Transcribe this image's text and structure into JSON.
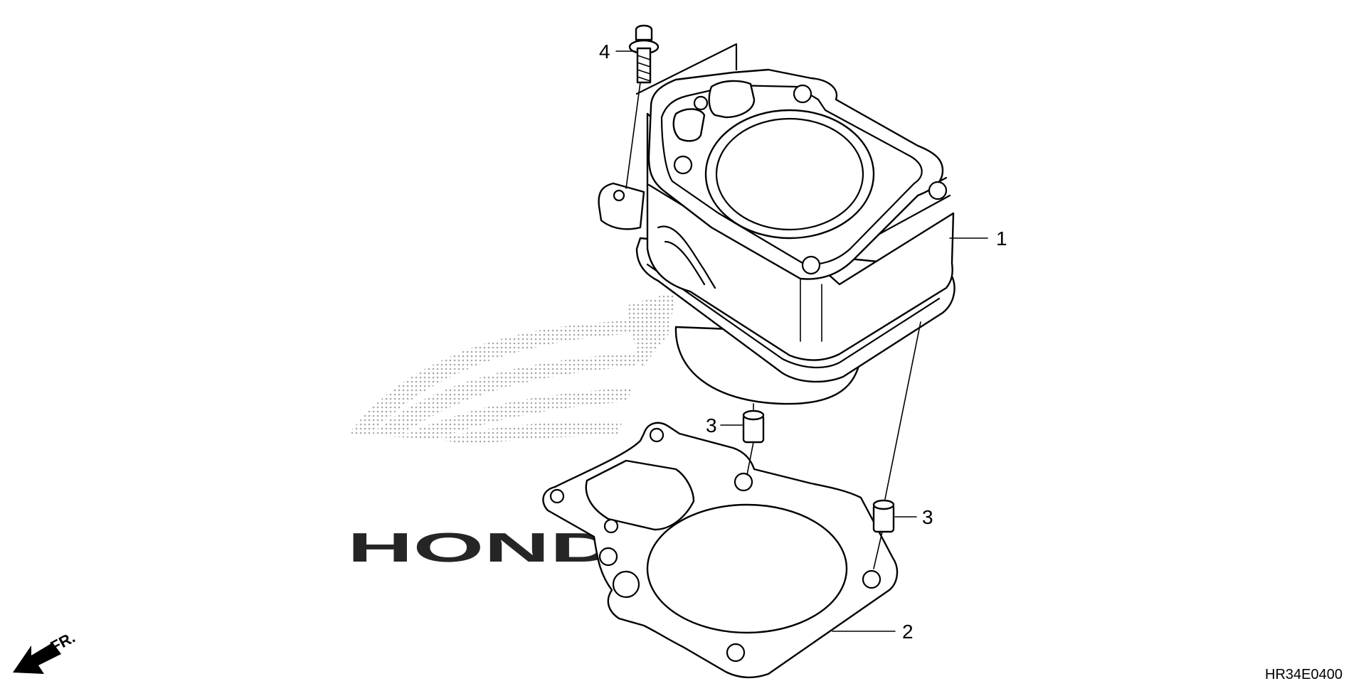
{
  "watermark": {
    "brand": "HONDA",
    "icon": "honda-wing-icon",
    "color": "#9a9a9a"
  },
  "direction_marker": {
    "label": "FR.",
    "icon": "front-arrow-icon"
  },
  "diagram_code": "HR34E0400",
  "callouts": [
    {
      "id": "cylinder",
      "number": "1"
    },
    {
      "id": "gasket",
      "number": "2"
    },
    {
      "id": "dowel-pin-upper",
      "number": "3"
    },
    {
      "id": "dowel-pin-lower",
      "number": "3"
    },
    {
      "id": "bolt",
      "number": "4"
    }
  ]
}
